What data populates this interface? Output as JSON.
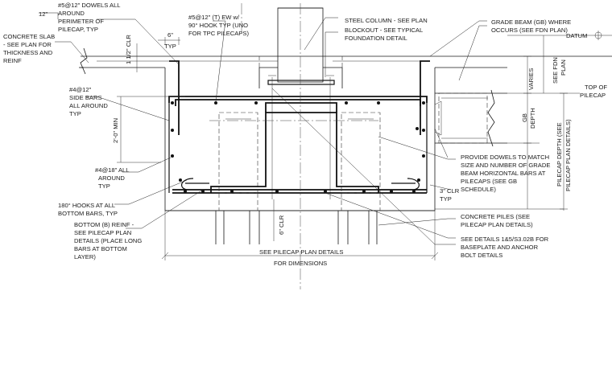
{
  "labels": {
    "dim_12": "12\"",
    "dowels": [
      "#5@12\" DOWELS ALL",
      "AROUND",
      "PERIMETER OF",
      "PILECAP, TYP"
    ],
    "hooks": [
      "#5@12\" (T) EW w/",
      "90° HOOK TYP (UNO",
      "FOR TPC PILECAPS)"
    ],
    "steel_column": "STEEL COLUMN - SEE PLAN",
    "blockout": [
      "BLOCKOUT - SEE TYPICAL",
      "FOUNDATION DETAIL"
    ],
    "grade_beam": [
      "GRADE BEAM (GB) WHERE",
      "OCCURS (SEE FDN PLAN)"
    ],
    "datum": "DATUM",
    "concrete_slab": [
      "CONCRETE SLAB",
      "- SEE PLAN FOR",
      "THICKNESS AND",
      "REINF"
    ],
    "dim_6": "6\"",
    "typ": "TYP",
    "clr_1_5": "1 1/2\" CLR",
    "side_bars": [
      "#4@12\"",
      "SIDE BARS",
      "ALL AROUND",
      "TYP"
    ],
    "varies": "VARIES",
    "see_fdn_plan": [
      "SEE FDN",
      "PLAN"
    ],
    "top_of_pilecap": [
      "TOP OF",
      "PILECAP"
    ],
    "gb_depth": [
      "GB",
      "DEPTH"
    ],
    "pilecap_depth": [
      "PILECAP DEPTH (SEE",
      "PILECAP PLAN DETAILS)"
    ],
    "min_2_0": "2'-0\" MIN",
    "provide_dowels": [
      "PROVIDE DOWELS TO MATCH",
      "SIZE AND NUMBER OF GRADE",
      "BEAM HORIZONTAL BARS AT",
      "PILECAPS (SEE GB",
      "SCHEDULE)"
    ],
    "bars_4_18": [
      "#4@18\" ALL",
      "AROUND",
      "TYP"
    ],
    "clr_3": "3\" CLR",
    "typ2": "TYP",
    "hooks_180": [
      "180° HOOKS AT ALL",
      "BOTTOM BARS, TYP"
    ],
    "concrete_piles": [
      "CONCRETE PILES (SEE",
      "PILECAP PLAN DETAILS)"
    ],
    "clr_6": "6\" CLR",
    "bottom_reinf": [
      "BOTTOM (B) REINF -",
      "SEE PILECAP PLAN",
      "DETAILS (PLACE LONG",
      "BARS AT BOTTOM",
      "LAYER)"
    ],
    "see_details": [
      "SEE DETAILS 1&5/S3.02B FOR",
      "BASEPLATE AND ANCHOR",
      "BOLT DETAILS"
    ],
    "see_pilecap": "SEE PILECAP PLAN DETAILS",
    "for_dimensions": "FOR DIMENSIONS"
  }
}
